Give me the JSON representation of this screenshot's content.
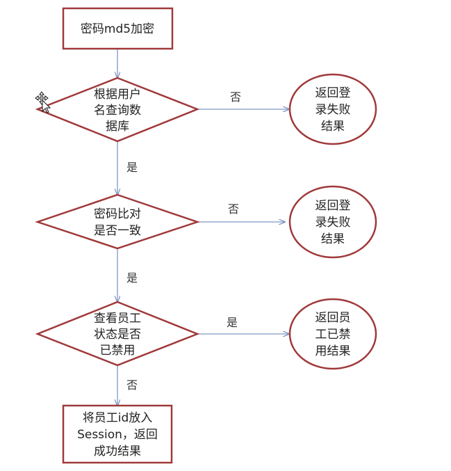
{
  "colors": {
    "shape_border": "#a0393a",
    "edge": "#7f97c4",
    "text": "#222222"
  },
  "nodes": {
    "encrypt": {
      "lines": [
        "密码md5加密"
      ]
    },
    "query_db": {
      "lines": [
        "根据用户",
        "名查询数",
        "据库"
      ]
    },
    "fail_login_1": {
      "lines": [
        "返回登",
        "录失败",
        "结果"
      ]
    },
    "compare_pwd": {
      "lines": [
        "密码比对",
        "是否一致"
      ]
    },
    "fail_login_2": {
      "lines": [
        "返回登",
        "录失败",
        "结果"
      ]
    },
    "check_status": {
      "lines": [
        "查看员工",
        "状态是否",
        "已禁用"
      ]
    },
    "disabled_result": {
      "lines": [
        "返回员",
        "工已禁",
        "用结果"
      ]
    },
    "success": {
      "lines": [
        "将员工id放入",
        "Session，返回",
        "成功结果"
      ]
    }
  },
  "edges": {
    "query_no": "否",
    "query_yes": "是",
    "compare_no": "否",
    "compare_yes": "是",
    "status_yes": "是",
    "status_no": "否"
  },
  "icons": {
    "cursor": "move-cursor-icon"
  }
}
